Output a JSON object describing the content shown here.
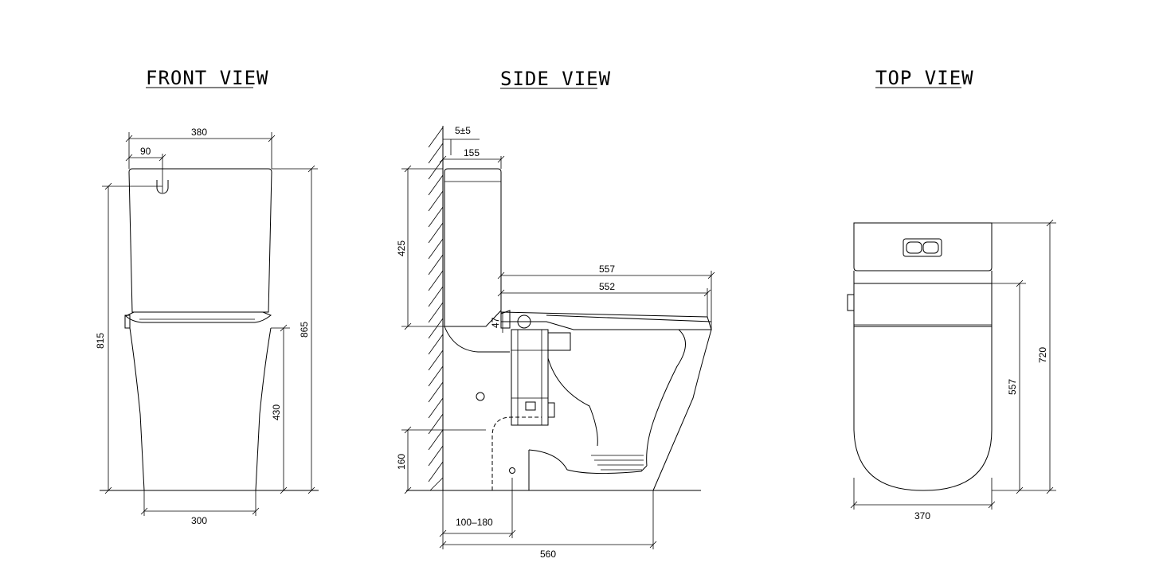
{
  "titles": {
    "front": "FRONT VIEW",
    "side": "SIDE VIEW",
    "top": "TOP VIEW"
  },
  "front": {
    "width_total": "380",
    "offset_top": "90",
    "base_width": "300",
    "height_inlet": "815",
    "height_total": "865",
    "seat_height": "430"
  },
  "side": {
    "wall_gap": "5±5",
    "cistern_depth": "155",
    "cistern_height": "425",
    "seat_length_a": "557",
    "seat_length_b": "552",
    "small_dim": "47",
    "outlet_height": "160",
    "setout": "100–180",
    "total_depth": "560"
  },
  "top": {
    "depth_total": "720",
    "bowl_depth": "557",
    "width": "370"
  }
}
